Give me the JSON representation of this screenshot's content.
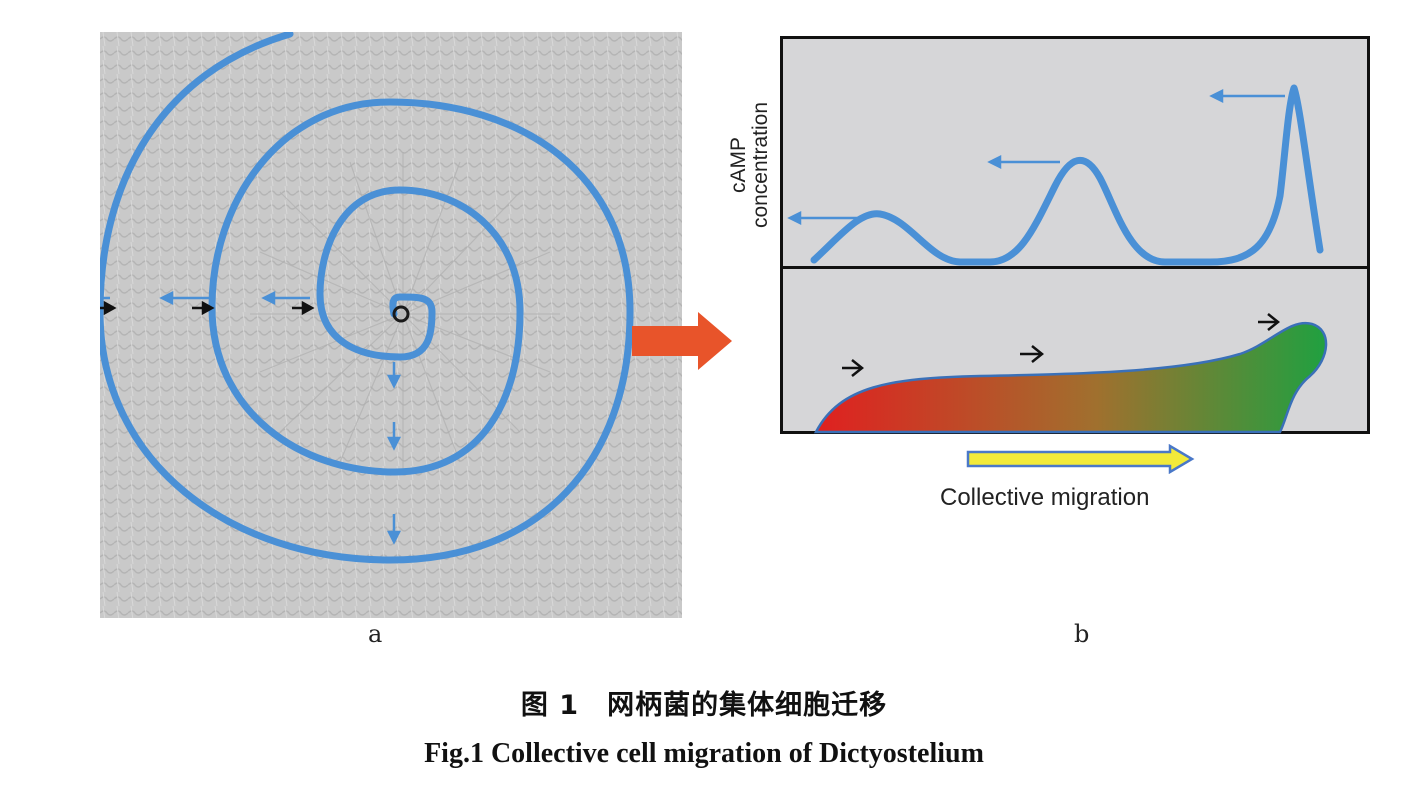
{
  "panel_a": {
    "label": "a"
  },
  "panel_b": {
    "label": "b",
    "ylabel_line1": "cAMP",
    "ylabel_line2": "concentration",
    "bottom_label": "Collective migration"
  },
  "caption": {
    "chinese": "图 1　网柄菌的集体细胞迁移",
    "english": "Fig.1    Collective cell migration of Dictyostelium"
  },
  "colors": {
    "spiral": "#4a90d6",
    "big_arrow": "#e8542a",
    "gradient_start": "#e02020",
    "gradient_end": "#20a040",
    "migration_arrow": "#f2ea3a"
  }
}
